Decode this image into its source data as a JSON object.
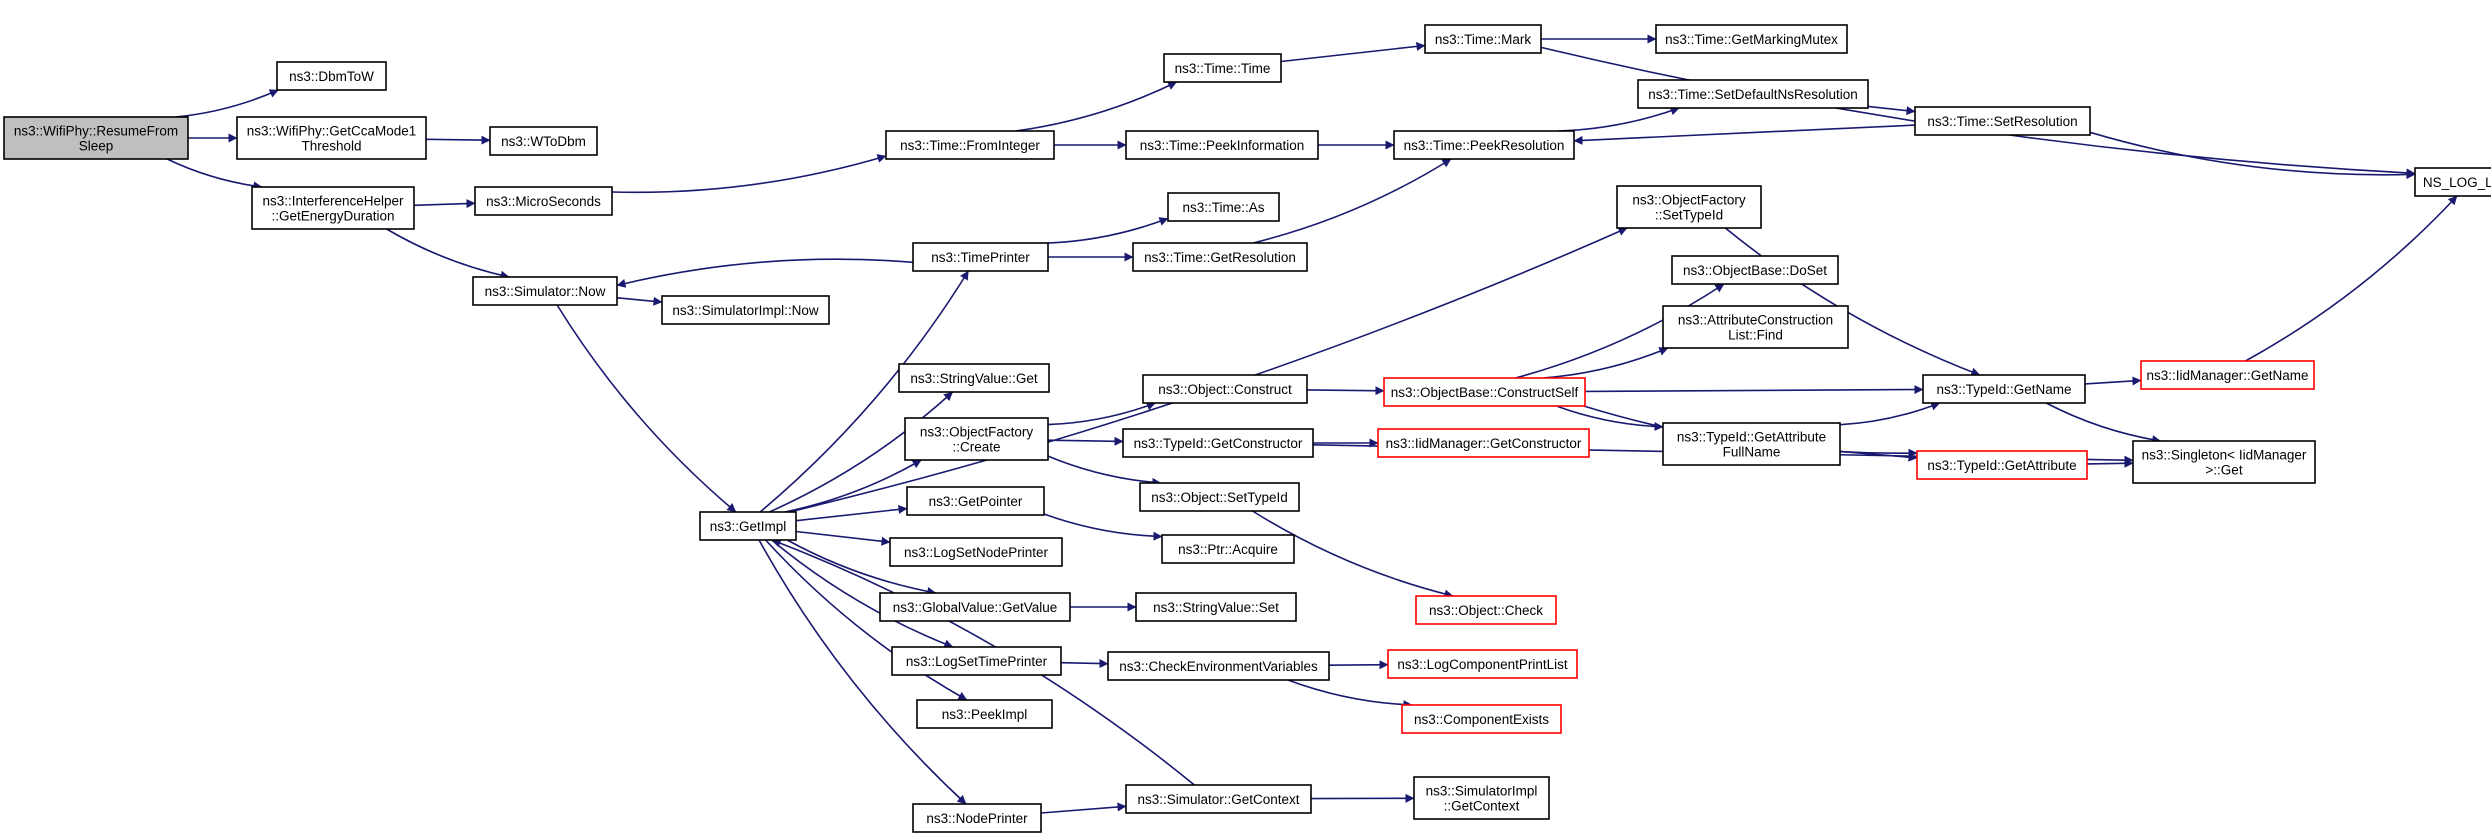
{
  "graph": {
    "type": "call-graph",
    "colors": {
      "edge": "#191970",
      "node_border": "#000000",
      "node_fill": "#ffffff",
      "root_fill": "#bfbfbf",
      "truncated_border": "#ff0000"
    },
    "nodes": [
      {
        "id": "resume",
        "lines": [
          "ns3::WifiPhy::ResumeFrom",
          "Sleep"
        ],
        "style": "root"
      },
      {
        "id": "dbmtow",
        "lines": [
          "ns3::DbmToW"
        ],
        "style": "normal"
      },
      {
        "id": "ccamode",
        "lines": [
          "ns3::WifiPhy::GetCcaMode1",
          "Threshold"
        ],
        "style": "normal"
      },
      {
        "id": "wtodbm",
        "lines": [
          "ns3::WToDbm"
        ],
        "style": "normal"
      },
      {
        "id": "interf",
        "lines": [
          "ns3::InterferenceHelper",
          "::GetEnergyDuration"
        ],
        "style": "normal"
      },
      {
        "id": "micro",
        "lines": [
          "ns3::MicroSeconds"
        ],
        "style": "normal"
      },
      {
        "id": "simnow",
        "lines": [
          "ns3::Simulator::Now"
        ],
        "style": "normal"
      },
      {
        "id": "simimplnow",
        "lines": [
          "ns3::SimulatorImpl::Now"
        ],
        "style": "normal"
      },
      {
        "id": "getimpl",
        "lines": [
          "ns3::GetImpl"
        ],
        "style": "normal"
      },
      {
        "id": "frominteger",
        "lines": [
          "ns3::Time::FromInteger"
        ],
        "style": "normal"
      },
      {
        "id": "timetime",
        "lines": [
          "ns3::Time::Time"
        ],
        "style": "normal"
      },
      {
        "id": "timemark",
        "lines": [
          "ns3::Time::Mark"
        ],
        "style": "normal"
      },
      {
        "id": "markingmutex",
        "lines": [
          "ns3::Time::GetMarkingMutex"
        ],
        "style": "normal"
      },
      {
        "id": "peekinfo",
        "lines": [
          "ns3::Time::PeekInformation"
        ],
        "style": "normal"
      },
      {
        "id": "peekres",
        "lines": [
          "ns3::Time::PeekResolution"
        ],
        "style": "normal"
      },
      {
        "id": "setdefault",
        "lines": [
          "ns3::Time::SetDefaultNsResolution"
        ],
        "style": "normal"
      },
      {
        "id": "setres",
        "lines": [
          "ns3::Time::SetResolution"
        ],
        "style": "normal"
      },
      {
        "id": "nslog",
        "lines": [
          "NS_LOG_LOGIC"
        ],
        "style": "normal"
      },
      {
        "id": "timeas",
        "lines": [
          "ns3::Time::As"
        ],
        "style": "normal"
      },
      {
        "id": "timeprinter",
        "lines": [
          "ns3::TimePrinter"
        ],
        "style": "normal"
      },
      {
        "id": "getres",
        "lines": [
          "ns3::Time::GetResolution"
        ],
        "style": "normal"
      },
      {
        "id": "ofsettypeid",
        "lines": [
          "ns3::ObjectFactory",
          "::SetTypeId"
        ],
        "style": "normal"
      },
      {
        "id": "obdoset",
        "lines": [
          "ns3::ObjectBase::DoSet"
        ],
        "style": "normal"
      },
      {
        "id": "attrfind",
        "lines": [
          "ns3::AttributeConstruction",
          "List::Find"
        ],
        "style": "normal"
      },
      {
        "id": "stringget",
        "lines": [
          "ns3::StringValue::Get"
        ],
        "style": "normal"
      },
      {
        "id": "objconstruct",
        "lines": [
          "ns3::Object::Construct"
        ],
        "style": "normal"
      },
      {
        "id": "constructself",
        "lines": [
          "ns3::ObjectBase::ConstructSelf"
        ],
        "style": "truncated"
      },
      {
        "id": "typeidgetname",
        "lines": [
          "ns3::TypeId::GetName"
        ],
        "style": "normal"
      },
      {
        "id": "iidgetname",
        "lines": [
          "ns3::IidManager::GetName"
        ],
        "style": "truncated"
      },
      {
        "id": "ofcreate",
        "lines": [
          "ns3::ObjectFactory",
          "::Create"
        ],
        "style": "normal"
      },
      {
        "id": "getconstructor",
        "lines": [
          "ns3::TypeId::GetConstructor"
        ],
        "style": "normal"
      },
      {
        "id": "iidgetconstructor",
        "lines": [
          "ns3::IidManager::GetConstructor"
        ],
        "style": "truncated"
      },
      {
        "id": "getattrfull",
        "lines": [
          "ns3::TypeId::GetAttribute",
          "FullName"
        ],
        "style": "normal"
      },
      {
        "id": "getattr",
        "lines": [
          "ns3::TypeId::GetAttribute"
        ],
        "style": "truncated"
      },
      {
        "id": "singleton",
        "lines": [
          "ns3::Singleton< IidManager",
          ">::Get"
        ],
        "style": "normal"
      },
      {
        "id": "objsettypeid",
        "lines": [
          "ns3::Object::SetTypeId"
        ],
        "style": "normal"
      },
      {
        "id": "getpointer",
        "lines": [
          "ns3::GetPointer"
        ],
        "style": "normal"
      },
      {
        "id": "ptracquire",
        "lines": [
          "ns3::Ptr::Acquire"
        ],
        "style": "normal"
      },
      {
        "id": "objcheck",
        "lines": [
          "ns3::Object::Check"
        ],
        "style": "truncated"
      },
      {
        "id": "lognode",
        "lines": [
          "ns3::LogSetNodePrinter"
        ],
        "style": "normal"
      },
      {
        "id": "gvgetvalue",
        "lines": [
          "ns3::GlobalValue::GetValue"
        ],
        "style": "normal"
      },
      {
        "id": "stringset",
        "lines": [
          "ns3::StringValue::Set"
        ],
        "style": "normal"
      },
      {
        "id": "logtime",
        "lines": [
          "ns3::LogSetTimePrinter"
        ],
        "style": "normal"
      },
      {
        "id": "checkenv",
        "lines": [
          "ns3::CheckEnvironmentVariables"
        ],
        "style": "normal"
      },
      {
        "id": "logcomp",
        "lines": [
          "ns3::LogComponentPrintList"
        ],
        "style": "truncated"
      },
      {
        "id": "compexists",
        "lines": [
          "ns3::ComponentExists"
        ],
        "style": "truncated"
      },
      {
        "id": "peekimpl",
        "lines": [
          "ns3::PeekImpl"
        ],
        "style": "normal"
      },
      {
        "id": "simgetcontext",
        "lines": [
          "ns3::Simulator::GetContext"
        ],
        "style": "normal"
      },
      {
        "id": "simimplgetcontext",
        "lines": [
          "ns3::SimulatorImpl",
          "::GetContext"
        ],
        "style": "normal"
      },
      {
        "id": "nodeprinter",
        "lines": [
          "ns3::NodePrinter"
        ],
        "style": "normal"
      }
    ],
    "edges": [
      [
        "resume",
        "dbmtow"
      ],
      [
        "resume",
        "ccamode"
      ],
      [
        "resume",
        "interf"
      ],
      [
        "ccamode",
        "wtodbm"
      ],
      [
        "interf",
        "micro"
      ],
      [
        "interf",
        "simnow"
      ],
      [
        "micro",
        "frominteger"
      ],
      [
        "simnow",
        "simimplnow"
      ],
      [
        "simnow",
        "getimpl"
      ],
      [
        "frominteger",
        "timetime"
      ],
      [
        "frominteger",
        "peekinfo"
      ],
      [
        "timetime",
        "timemark"
      ],
      [
        "timemark",
        "markingmutex"
      ],
      [
        "timemark",
        "nslog"
      ],
      [
        "peekinfo",
        "peekres"
      ],
      [
        "peekres",
        "setdefault"
      ],
      [
        "setdefault",
        "setres"
      ],
      [
        "setres",
        "peekres"
      ],
      [
        "setres",
        "nslog"
      ],
      [
        "timeprinter",
        "simnow"
      ],
      [
        "timeprinter",
        "timeas"
      ],
      [
        "timeprinter",
        "getres"
      ],
      [
        "getres",
        "peekres"
      ],
      [
        "getimpl",
        "timeprinter"
      ],
      [
        "getimpl",
        "ofsettypeid"
      ],
      [
        "getimpl",
        "stringget"
      ],
      [
        "getimpl",
        "ofcreate"
      ],
      [
        "getimpl",
        "getpointer"
      ],
      [
        "getimpl",
        "lognode"
      ],
      [
        "getimpl",
        "gvgetvalue"
      ],
      [
        "getimpl",
        "logtime"
      ],
      [
        "getimpl",
        "peekimpl"
      ],
      [
        "getimpl",
        "nodeprinter"
      ],
      [
        "ofsettypeid",
        "typeidgetname"
      ],
      [
        "ofcreate",
        "objconstruct"
      ],
      [
        "ofcreate",
        "getconstructor"
      ],
      [
        "ofcreate",
        "objsettypeid"
      ],
      [
        "objconstruct",
        "constructself"
      ],
      [
        "constructself",
        "obdoset"
      ],
      [
        "constructself",
        "attrfind"
      ],
      [
        "constructself",
        "typeidgetname"
      ],
      [
        "constructself",
        "getattrfull"
      ],
      [
        "constructself",
        "getattr"
      ],
      [
        "typeidgetname",
        "iidgetname"
      ],
      [
        "typeidgetname",
        "singleton"
      ],
      [
        "iidgetname",
        "nslog"
      ],
      [
        "getconstructor",
        "iidgetconstructor"
      ],
      [
        "getconstructor",
        "singleton"
      ],
      [
        "getattrfull",
        "typeidgetname"
      ],
      [
        "getattrfull",
        "getattr"
      ],
      [
        "getattr",
        "singleton"
      ],
      [
        "objsettypeid",
        "objcheck"
      ],
      [
        "getpointer",
        "ptracquire"
      ],
      [
        "gvgetvalue",
        "stringset"
      ],
      [
        "logtime",
        "checkenv"
      ],
      [
        "checkenv",
        "logcomp"
      ],
      [
        "checkenv",
        "compexists"
      ],
      [
        "simgetcontext",
        "getimpl"
      ],
      [
        "simgetcontext",
        "simimplgetcontext"
      ],
      [
        "nodeprinter",
        "simgetcontext"
      ]
    ]
  }
}
